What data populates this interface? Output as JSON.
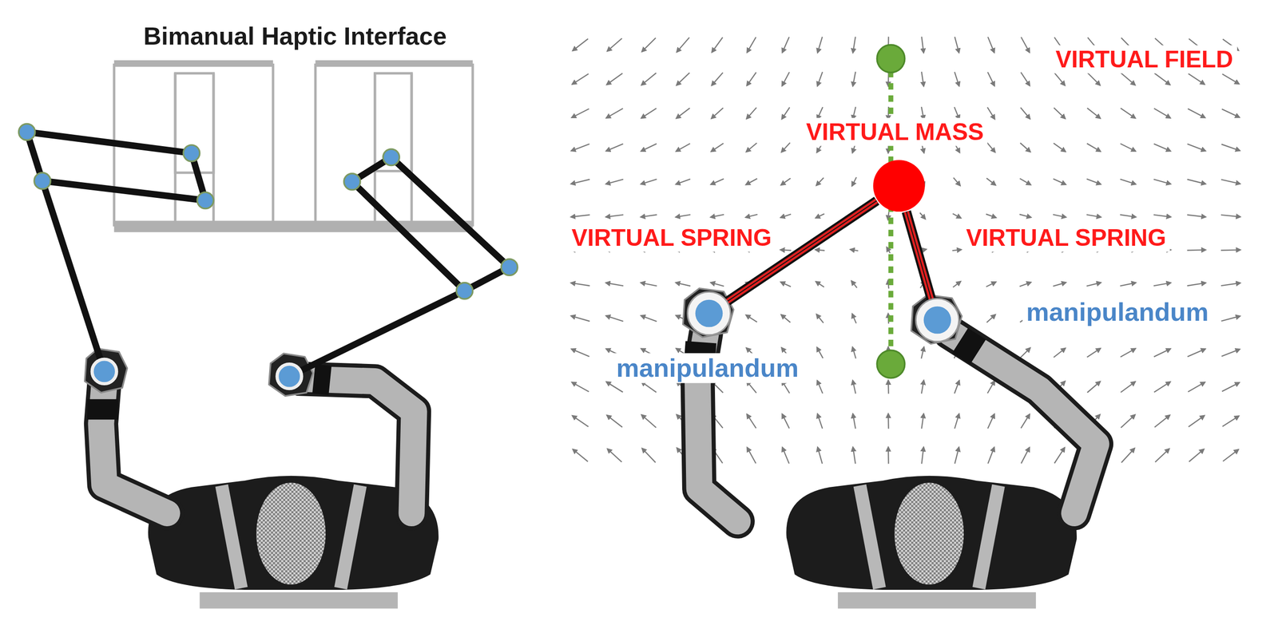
{
  "diagram": {
    "title": "Bimanual Haptic Interface",
    "nodes": [
      {
        "text": [
          "VIRTUAL MASS"
        ]
      },
      {
        "text": [
          "manipulandum"
        ]
      },
      {
        "text": [
          "manipulandum"
        ]
      }
    ],
    "edges": [
      {
        "from": 0,
        "to": 1,
        "arrow": "none",
        "label": "VIRTUAL SPRING"
      },
      {
        "from": 0,
        "to": 2,
        "arrow": "none",
        "label": "VIRTUAL SPRING"
      }
    ],
    "labels": [
      "VIRTUAL FIELD"
    ]
  }
}
